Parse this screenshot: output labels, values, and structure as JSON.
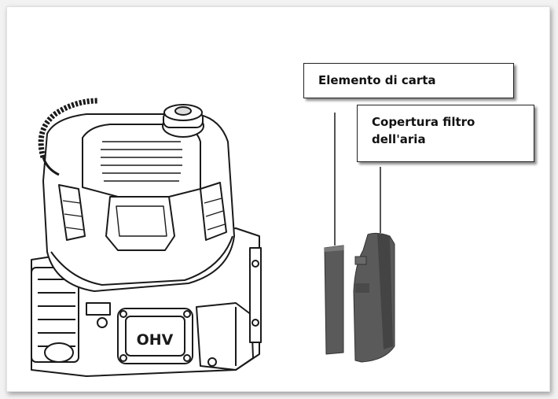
{
  "labels": {
    "paper_element": "Elemento di carta",
    "cover_line1": "Copertura filtro",
    "cover_line2": "dell'aria"
  },
  "engine": {
    "valve_plate_text": "OHV"
  },
  "colors": {
    "line": "#1a1a1a",
    "part_fill": "#5a5a5a",
    "part_dark": "#3c3c3c"
  }
}
